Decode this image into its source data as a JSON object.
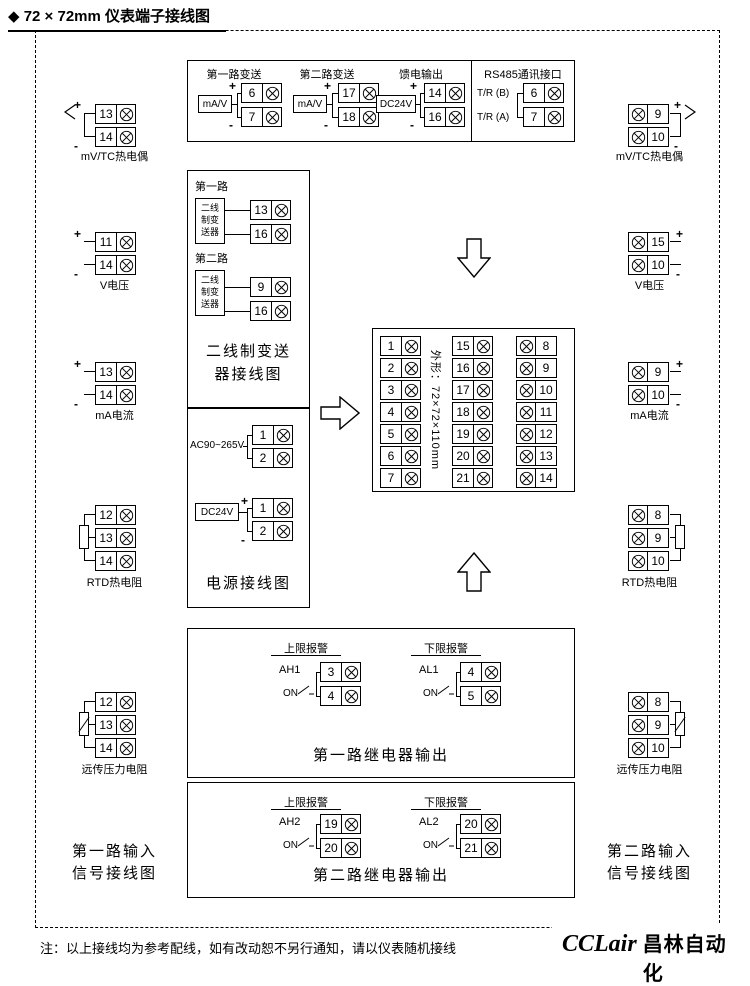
{
  "page": {
    "title": "◆ 72 × 72mm 仪表端子接线图",
    "note": "注：以上接线均为参考配线，如有改动恕不另行通知，请以仪表随机接线",
    "logo_en": "CCLair",
    "logo_cn": "昌林自动化"
  },
  "symbols": {
    "plus": "+",
    "minus": "-"
  },
  "left_panel": {
    "footer_line1": "第一路输入",
    "footer_line2": "信号接线图",
    "sections": [
      {
        "label": "mV/TC热电偶",
        "terminals": [
          "13",
          "14"
        ]
      },
      {
        "label": "V电压",
        "terminals": [
          "11",
          "14"
        ]
      },
      {
        "label": "mA电流",
        "terminals": [
          "13",
          "14"
        ]
      },
      {
        "label": "RTD热电阻",
        "terminals": [
          "12",
          "13",
          "14"
        ]
      },
      {
        "label": "远传压力电阻",
        "terminals": [
          "12",
          "13",
          "14"
        ]
      }
    ]
  },
  "right_panel": {
    "footer_line1": "第二路输入",
    "footer_line2": "信号接线图",
    "sections": [
      {
        "label": "mV/TC热电偶",
        "terminals": [
          "9",
          "10"
        ]
      },
      {
        "label": "V电压",
        "terminals": [
          "15",
          "10"
        ]
      },
      {
        "label": "mA电流",
        "terminals": [
          "9",
          "10"
        ]
      },
      {
        "label": "RTD热电阻",
        "terminals": [
          "8",
          "9",
          "10"
        ]
      },
      {
        "label": "远传压力电阻",
        "terminals": [
          "8",
          "9",
          "10"
        ]
      }
    ]
  },
  "top_box": {
    "transmit1": {
      "title": "第一路变送",
      "signal": "mA/V",
      "terminals": [
        "6",
        "7"
      ]
    },
    "transmit2": {
      "title": "第二路变送",
      "signal": "mA/V",
      "terminals": [
        "17",
        "18"
      ]
    },
    "feed": {
      "title": "馈电输出",
      "signal": "DC24V",
      "terminals": [
        "14",
        "16"
      ]
    },
    "rs485": {
      "title": "RS485通讯接口",
      "rows": [
        {
          "label": "T/R (B)",
          "terminal": "6"
        },
        {
          "label": "T/R (A)",
          "terminal": "7"
        }
      ]
    }
  },
  "transmitter_box": {
    "title_line1": "二线制变送",
    "title_line2": "器接线图",
    "groups": [
      {
        "name": "第一路",
        "device_line1": "二线",
        "device_line2": "制变",
        "device_line3": "送器",
        "terminals": [
          "13",
          "16"
        ]
      },
      {
        "name": "第二路",
        "device_line1": "二线",
        "device_line2": "制变",
        "device_line3": "送器",
        "terminals": [
          "9",
          "16"
        ]
      }
    ]
  },
  "power_box": {
    "title": "电源接线图",
    "ac": {
      "label": "AC90~265V",
      "terminals": [
        "1",
        "2"
      ]
    },
    "dc": {
      "label": "DC24V",
      "terminals": [
        "1",
        "2"
      ]
    }
  },
  "terminal_block": {
    "dimension": "外形：72×72×110mm",
    "col1": [
      "1",
      "2",
      "3",
      "4",
      "5",
      "6",
      "7"
    ],
    "col2": [
      "15",
      "16",
      "17",
      "18",
      "19",
      "20",
      "21"
    ],
    "col3": [
      "8",
      "9",
      "10",
      "11",
      "12",
      "13",
      "14"
    ]
  },
  "relay_box1": {
    "title": "第一路继电器输出",
    "groups": [
      {
        "alarm": "上限报警",
        "name": "AH1",
        "switch": "ON",
        "terminals": [
          "3",
          "4"
        ]
      },
      {
        "alarm": "下限报警",
        "name": "AL1",
        "switch": "ON",
        "terminals": [
          "4",
          "5"
        ]
      }
    ]
  },
  "relay_box2": {
    "title": "第二路继电器输出",
    "groups": [
      {
        "alarm": "上限报警",
        "name": "AH2",
        "switch": "ON",
        "terminals": [
          "19",
          "20"
        ]
      },
      {
        "alarm": "下限报警",
        "name": "AL2",
        "switch": "ON",
        "terminals": [
          "20",
          "21"
        ]
      }
    ]
  }
}
